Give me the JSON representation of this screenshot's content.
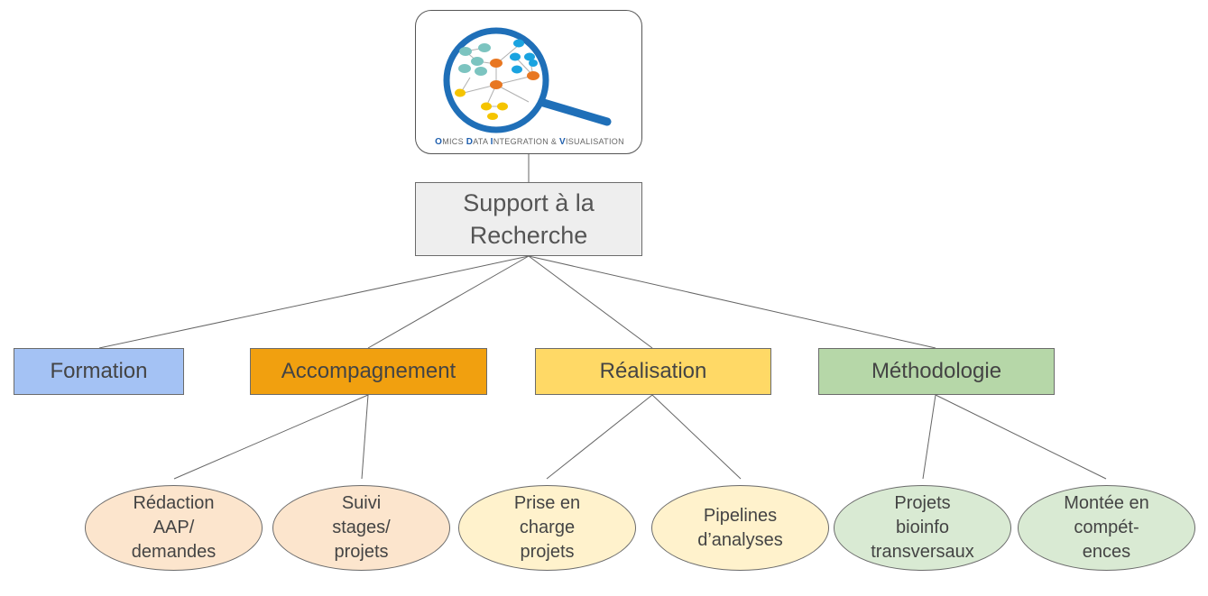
{
  "logo": {
    "initials": [
      "O",
      "D",
      "I",
      "V"
    ],
    "words": [
      "MICS ",
      "ATA ",
      "NTEGRATION & ",
      "ISUALISATION"
    ]
  },
  "root": {
    "lines": [
      "Support à la",
      "Recherche"
    ]
  },
  "categories": [
    {
      "label": "Formation",
      "color": "#a4c2f4"
    },
    {
      "label": "Accompagnement",
      "color": "#f1a00f"
    },
    {
      "label": "Réalisation",
      "color": "#ffd966"
    },
    {
      "label": "Méthodologie",
      "color": "#b6d7a8"
    }
  ],
  "leaves": [
    {
      "lines": [
        "Rédaction",
        "AAP/",
        "demandes"
      ],
      "color": "#fce5cd"
    },
    {
      "lines": [
        "Suivi",
        "stages/",
        "projets"
      ],
      "color": "#fce5cd"
    },
    {
      "lines": [
        "Prise en",
        "charge",
        "projets"
      ],
      "color": "#fff2cc"
    },
    {
      "lines": [
        "Pipelines",
        "d’analyses"
      ],
      "color": "#fff2cc"
    },
    {
      "lines": [
        "Projets",
        "bioinfo",
        "transversaux"
      ],
      "color": "#d9ead3"
    },
    {
      "lines": [
        "Montée en",
        "compét-",
        "ences"
      ],
      "color": "#d9ead3"
    }
  ]
}
